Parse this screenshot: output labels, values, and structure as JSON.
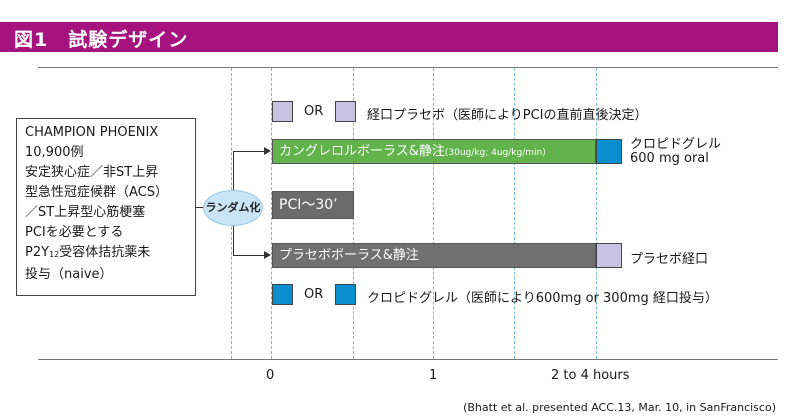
{
  "header": {
    "title": "図1　試験デザイン",
    "color": "#a6127e"
  },
  "study_box": {
    "lines": [
      "CHAMPION PHOENIX",
      "10,900例",
      "安定狭心症／非ST上昇",
      "型急性冠症候群（ACS）",
      "／ST上昇型心筋梗塞",
      "PCIを必要とする"
    ],
    "p2y_prefix": "P2Y",
    "p2y_sub": "12",
    "p2y_suffix": "受容体拮抗薬未",
    "last_line": "投与（naive）"
  },
  "randomization_label": "ランダム化",
  "top_row": {
    "or": "OR",
    "text": "経口プラセボ（医師によりPCIの直前直後決定）"
  },
  "cangrelor_bar": {
    "label": "カングレロルボーラス&静注",
    "dose": "(30ug/kg; 4ug/kg/min)",
    "end_label_line1": "クロピドグレル",
    "end_label_line2": "600 mg oral"
  },
  "pci_label": "PCI〜30’",
  "placebo_bar": {
    "label": "プラセボボーラス&静注",
    "end_label": "プラセボ経口"
  },
  "bottom_row": {
    "or": "OR",
    "text": "クロピドグレル（医師により600mg or 300mg 経口投与）"
  },
  "axis": {
    "ticks": [
      "0",
      "1",
      "2 to 4 hours"
    ]
  },
  "citation": "(Bhatt et al. presented ACC.13, Mar. 10, in SanFrancisco)",
  "colors": {
    "cangrelor_green": "#62b34c",
    "placebo_gray": "#707070",
    "clopidogrel_blue": "#0a8ed0",
    "placebo_lavender": "#c9c3e3",
    "randomization_blue": "#c9e4f4"
  }
}
